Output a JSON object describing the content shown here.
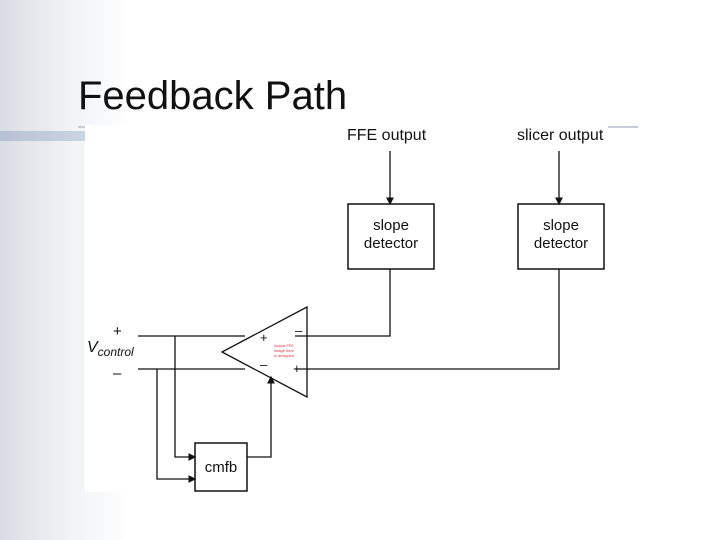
{
  "slide": {
    "title": "Feedback Path"
  },
  "diagram": {
    "inputs": {
      "ffe_output": "FFE output",
      "slicer_output": "slicer output"
    },
    "blocks": {
      "slope_detector_1": {
        "line1": "slope",
        "line2": "detector"
      },
      "slope_detector_2": {
        "line1": "slope",
        "line2": "detector"
      },
      "cmfb": "cmfb"
    },
    "control": {
      "label_main": "V",
      "label_sub": "control",
      "plus": "+",
      "minus": "–"
    },
    "amplifier": {
      "in_plus": "+",
      "in_minus": "–",
      "out_minus": "–",
      "out_plus": "+",
      "annotation": [
        "Actual FFE",
        "image here",
        "is designed"
      ]
    }
  }
}
